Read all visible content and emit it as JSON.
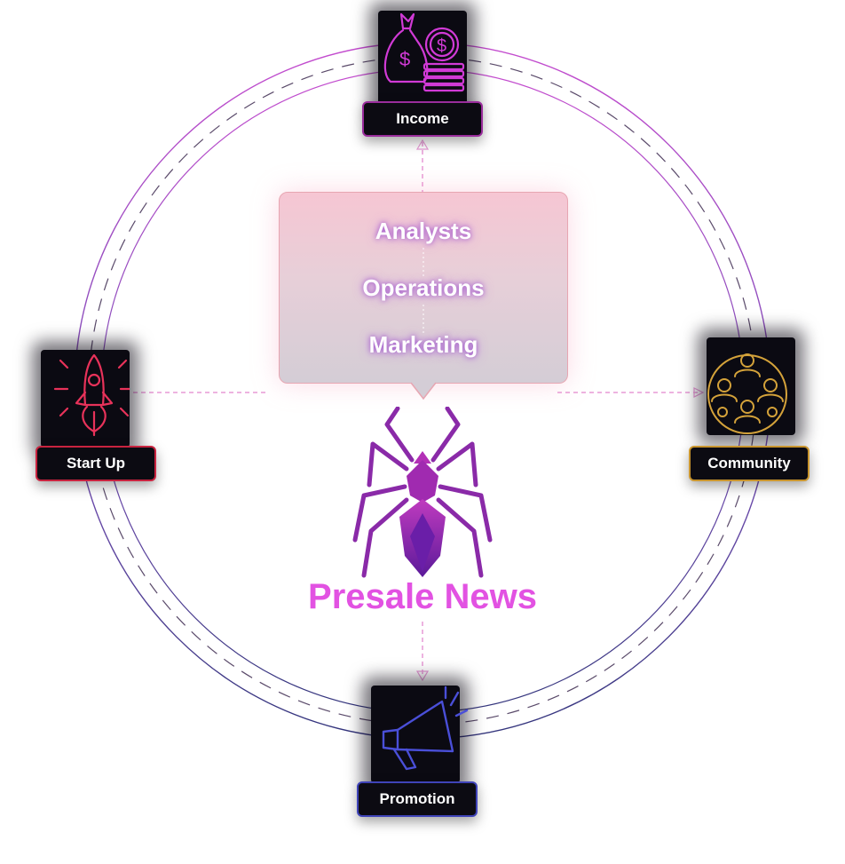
{
  "diagram": {
    "title": "Presale News",
    "roles": [
      "Analysts",
      "Operations",
      "Marketing"
    ],
    "nodes": {
      "income": {
        "label": "Income",
        "icon": "money-bag-icon",
        "color": "#d13ad6"
      },
      "startup": {
        "label": "Start Up",
        "icon": "rocket-icon",
        "color": "#e8325a"
      },
      "community": {
        "label": "Community",
        "icon": "community-icon",
        "color": "#d4a23a"
      },
      "promotion": {
        "label": "Promotion",
        "icon": "megaphone-icon",
        "color": "#4a4fd8"
      }
    },
    "colors": {
      "ring_top": "#c049c9",
      "ring_bottom": "#3b3d8a",
      "connector": "#e79ad6",
      "title": "#e252e2"
    }
  }
}
